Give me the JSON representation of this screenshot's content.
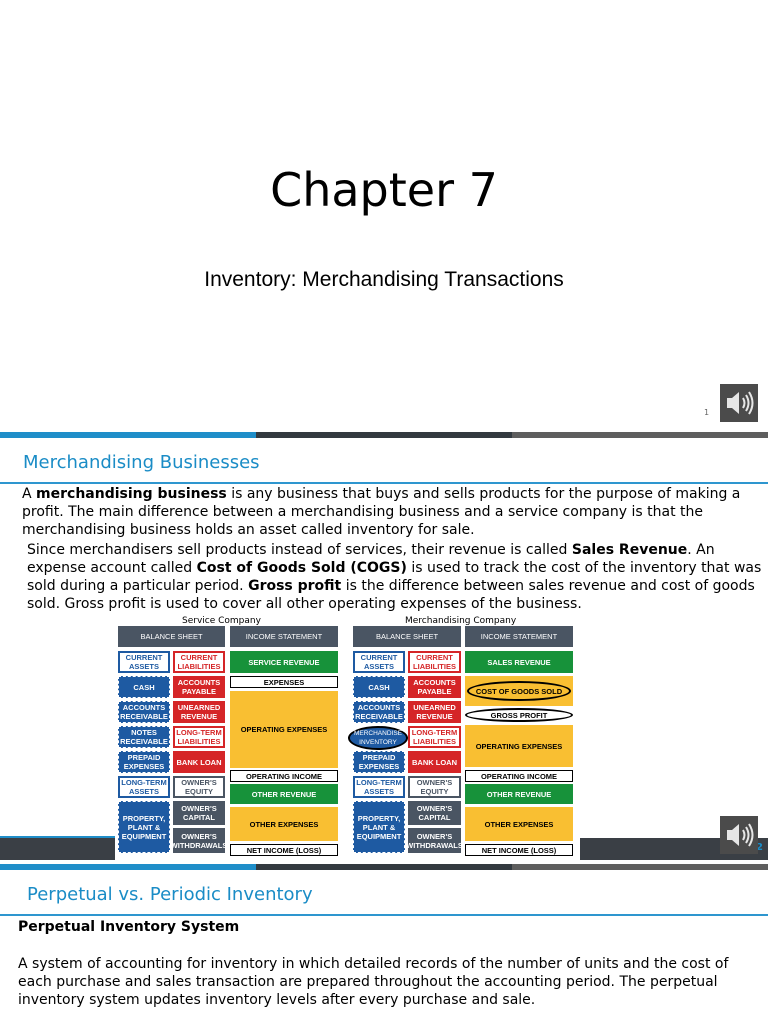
{
  "slide1": {
    "title": "Chapter 7",
    "subtitle": "Inventory: Merchandising Transactions",
    "page_number": "1",
    "speaker_icon": "speaker-icon"
  },
  "slide2": {
    "heading": "Merchandising Businesses",
    "page_number": "2",
    "para1": {
      "a": "A ",
      "b": "merchandising business",
      "c": " is any business that buys and sells products for the purpose of making a profit. The main difference between a merchandising business and a service company is that the merchandising business holds an asset called inventory for sale."
    },
    "para2": {
      "a": "Since merchandisers sell products instead of services, their revenue is called ",
      "b": "Sales Revenue",
      "c": ". An expense account called ",
      "d": "Cost of Goods Sold (COGS)",
      "e": " is used to track the cost of the inventory that was sold during a particular period. ",
      "f": "Gross profit",
      "g": " is the difference between sales revenue and cost of goods sold. Gross profit is used to cover all other operating expenses of the business."
    },
    "diagram": {
      "service_title": "Service Company",
      "merch_title": "Merchandising Company",
      "balance_sheet": "BALANCE SHEET",
      "income_statement": "INCOME STATEMENT",
      "current_assets": "CURRENT ASSETS",
      "current_liabilities": "CURRENT LIABILITIES",
      "cash": "CASH",
      "accounts_payable": "ACCOUNTS PAYABLE",
      "accounts_receivable": "ACCOUNTS RECEIVABLE",
      "unearned_revenue": "UNEARNED REVENUE",
      "notes_receivable": "NOTES RECEIVABLE",
      "merchandise_inventory": "MERCHANDISE INVENTORY",
      "long_term_liabilities": "LONG-TERM LIABILITIES",
      "prepaid_expenses": "PREPAID EXPENSES",
      "bank_loan": "BANK LOAN",
      "long_term_assets": "LONG-TERM ASSETS",
      "owners_equity": "OWNER'S EQUITY",
      "ppe": "PROPERTY, PLANT & EQUIPMENT",
      "owners_capital": "OWNER'S CAPITAL",
      "owners_withdrawals": "OWNER'S WITHDRAWALS",
      "service_revenue": "SERVICE REVENUE",
      "sales_revenue": "SALES REVENUE",
      "expenses": "EXPENSES",
      "cogs": "COST OF GOODS SOLD",
      "gross_profit": "GROSS PROFIT",
      "operating_expenses": "OPERATING EXPENSES",
      "operating_income": "OPERATING INCOME",
      "other_revenue": "OTHER REVENUE",
      "other_expenses": "OTHER EXPENSES",
      "net_income": "NET INCOME (LOSS)"
    }
  },
  "slide3": {
    "heading": "Perpetual vs. Periodic Inventory",
    "subheading": "Perpetual Inventory System",
    "para": "A system of accounting for inventory in which detailed records of the number of units and the cost of each purchase and sales transaction are prepared throughout the accounting period. The perpetual inventory system updates inventory levels after every purchase and sale."
  },
  "colors": {
    "accent_blue": "#1a8cc6",
    "balance_blue": "#1e5aa2",
    "liability_red": "#d52527",
    "equity_grey": "#4a5563",
    "revenue_green": "#17923a",
    "expense_yellow": "#f9bf32"
  }
}
